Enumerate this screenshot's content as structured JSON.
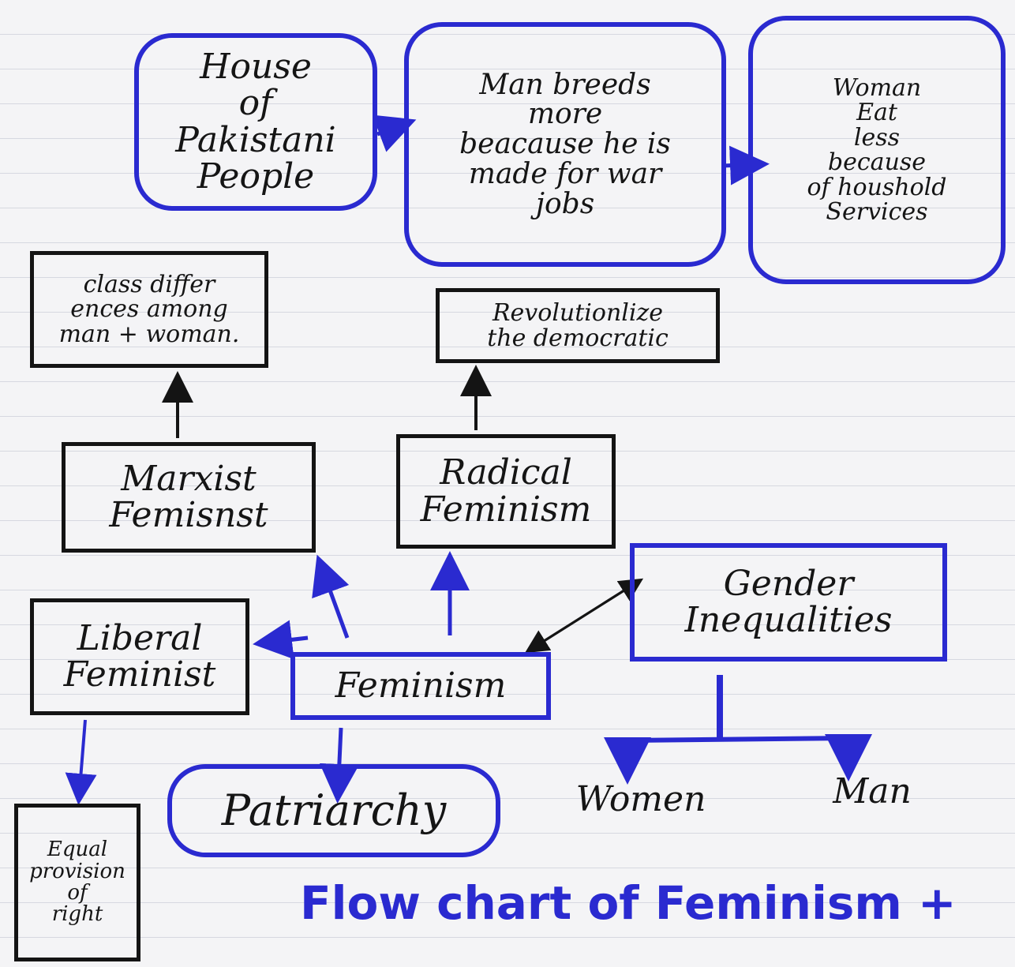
{
  "nodes": {
    "house": "House\nof\nPakistani\nPeople",
    "man_breeds": "Man breeds\nmore\nbeacause he is\nmade for war\njobs",
    "woman_eat": "Woman\nEat\nless\nbecause\nof houshold\nServices",
    "class_diff": "class differ\nences among\nman + woman.",
    "revolutionize": "Revolutionlize\nthe democratic",
    "marxist": "Marxist\nFemisnst",
    "radical": "Radical\nFeminism",
    "gender": "Gender\nInequalities",
    "liberal": "Liberal\nFeminist",
    "feminism": "Feminism",
    "patriarchy": "Patriarchy",
    "women": "Women",
    "man": "Man",
    "equal": "Equal\nprovision\nof\nright"
  },
  "caption": "Flow chart of Feminism +",
  "colors": {
    "ink": "#151515",
    "blue": "#2a2ad0"
  }
}
